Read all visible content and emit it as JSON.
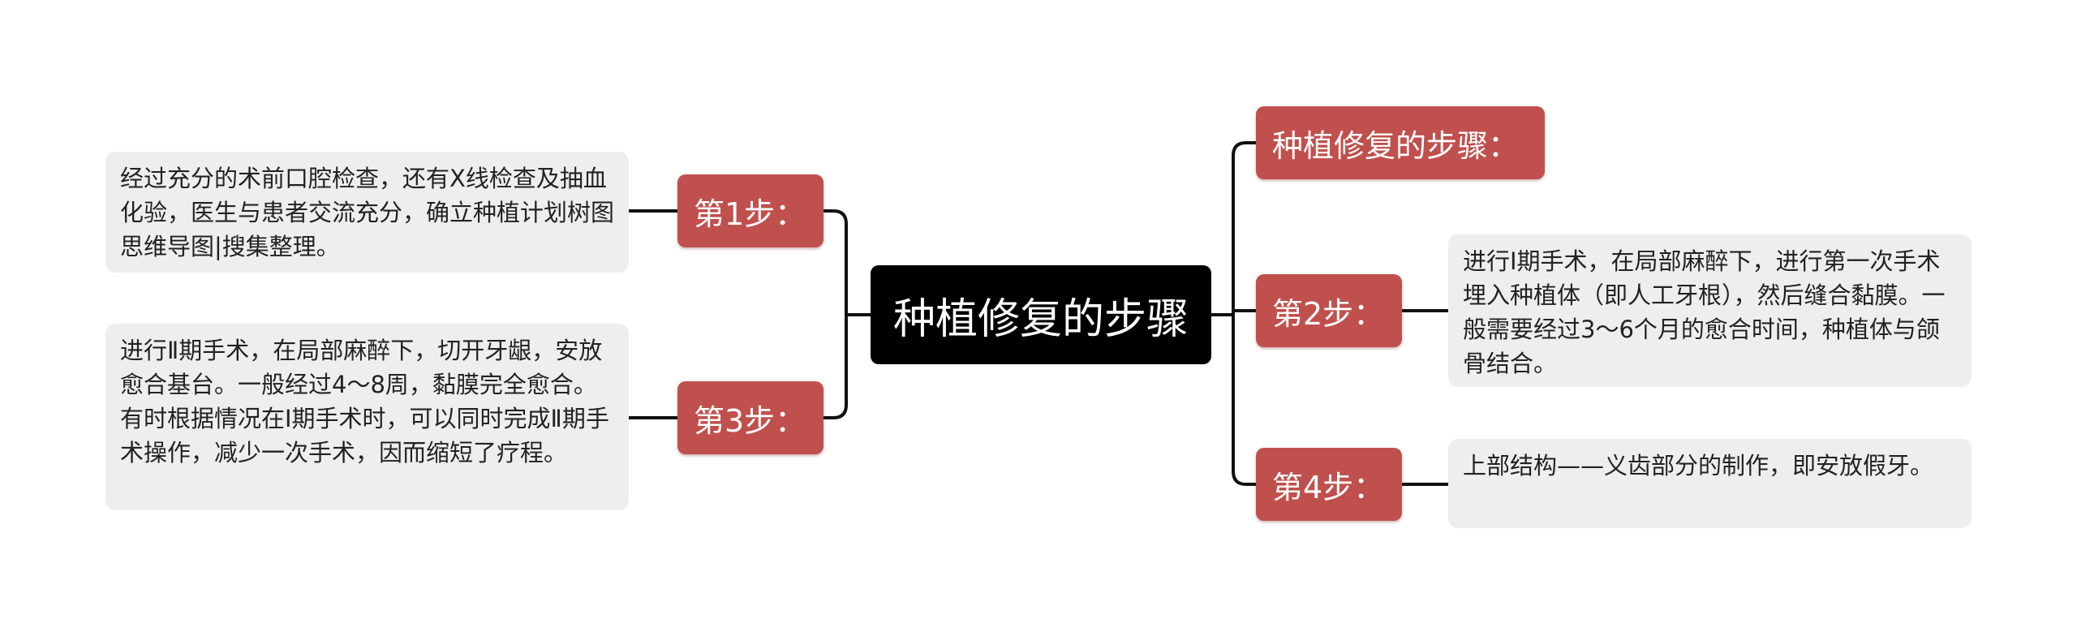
{
  "mindmap": {
    "root": {
      "label": "种植修复的步骤"
    },
    "left_branches": [
      {
        "label": "第1步：",
        "detail": "经过充分的术前口腔检查，还有X线检查及抽血化验，医生与患者交流充分，确立种植计划树图思维导图|搜集整理。"
      },
      {
        "label": "第3步：",
        "detail": "进行Ⅱ期手术，在局部麻醉下，切开牙龈，安放愈合基台。一般经过4～8周，黏膜完全愈合。有时根据情况在I期手术时，可以同时完成Ⅱ期手术操作，减少一次手术，因而缩短了疗程。"
      }
    ],
    "right_branches": [
      {
        "label": "种植修复的步骤："
      },
      {
        "label": "第2步：",
        "detail": "进行Ⅰ期手术，在局部麻醉下，进行第一次手术埋入种植体（即人工牙根），然后缝合黏膜。一般需要经过3～6个月的愈合时间，种植体与颌骨结合。"
      },
      {
        "label": "第4步：",
        "detail": "上部结构——义齿部分的制作，即安放假牙。"
      }
    ],
    "colors": {
      "root_fill": "#000000",
      "branch_fill": "#c0504d",
      "detail_fill": "#eeeeee",
      "connector": "#111111"
    }
  }
}
